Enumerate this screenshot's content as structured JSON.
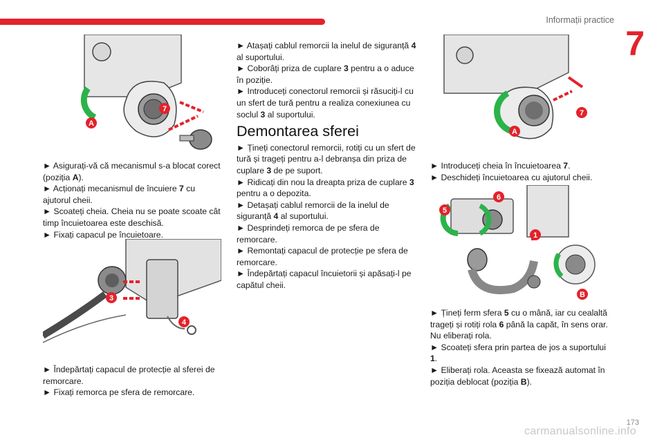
{
  "header": {
    "section_title": "Informații practice",
    "chapter_number": "7"
  },
  "col1": {
    "fig1_callouts": [
      "7",
      "A"
    ],
    "lines": [
      {
        "pre": "► Asigurați-vă că mecanismul s-a blocat corect (poziția ",
        "bold": "A",
        "post": ")."
      },
      {
        "pre": "► Acționați mecanismul de încuiere ",
        "bold": "7",
        "post": " cu ajutorul cheii."
      },
      {
        "pre": "► Scoateți cheia. Cheia nu se poate scoate cât timp încuietoarea este deschisă.",
        "bold": "",
        "post": ""
      },
      {
        "pre": "► Fixați capacul pe încuietoare.",
        "bold": "",
        "post": ""
      }
    ],
    "fig2_callouts": [
      "3",
      "4"
    ],
    "lines2": [
      {
        "pre": "► Îndepărtați capacul de protecție al sferei de remorcare.",
        "bold": "",
        "post": ""
      },
      {
        "pre": "► Fixați remorca pe sfera de remorcare.",
        "bold": "",
        "post": ""
      }
    ]
  },
  "col2": {
    "lines": [
      {
        "pre": "► Atașați cablul remorcii la inelul de siguranță ",
        "bold": "4",
        "post": " al suportului."
      },
      {
        "pre": "► Coborâți priza de cuplare ",
        "bold": "3",
        "post": " pentru a o aduce în poziție."
      },
      {
        "pre": "► Introduceți conectorul remorcii și răsuciți-l cu un sfert de tură pentru a realiza conexiunea cu soclul ",
        "bold": "3",
        "post": " al suportului."
      }
    ],
    "heading": "Demontarea sferei",
    "lines2": [
      {
        "pre": "► Țineți conectorul remorcii, rotiți cu un sfert de tură și trageți pentru a-l debranșa din priza de cuplare ",
        "bold": "3",
        "post": " de pe suport."
      },
      {
        "pre": "► Ridicați din nou la dreapta priza de cuplare ",
        "bold": "3",
        "post": " pentru a o depozita."
      },
      {
        "pre": "► Detașați cablul remorcii de la inelul de siguranță ",
        "bold": "4",
        "post": " al suportului."
      },
      {
        "pre": "► Desprindeți remorca de pe sfera de remorcare.",
        "bold": "",
        "post": ""
      },
      {
        "pre": "► Remontați capacul de protecție pe sfera de remorcare.",
        "bold": "",
        "post": ""
      },
      {
        "pre": "► Îndepărtați capacul încuietorii și apăsați-l pe capătul cheii.",
        "bold": "",
        "post": ""
      }
    ]
  },
  "col3": {
    "fig3_callouts": [
      "7",
      "A"
    ],
    "lines": [
      {
        "pre": "► Introduceți cheia în încuietoarea ",
        "bold": "7",
        "post": "."
      },
      {
        "pre": "► Deschideți încuietoarea cu ajutorul cheii.",
        "bold": "",
        "post": ""
      }
    ],
    "fig4_callouts": [
      "5",
      "6",
      "1",
      "B"
    ],
    "lines2": [
      {
        "pre": "► Țineți ferm sfera ",
        "bold": "5",
        "post": " cu o mână, iar cu cealaltă trageți și rotiți rola "
      },
      {
        "pre": "",
        "bold": "6",
        "post": " până la capăt, în sens orar. Nu eliberați rola."
      },
      {
        "pre": "► Scoateți sfera prin partea de jos a suportului ",
        "bold": "1",
        "post": "."
      },
      {
        "pre": "► Eliberați rola. Aceasta se fixează automat în poziția deblocat (poziția ",
        "bold": "B",
        "post": ")."
      }
    ]
  },
  "footer": {
    "page_number": "173",
    "watermark": "carmanualsonline.info"
  },
  "colors": {
    "accent": "#e3222b",
    "green": "#2bb34a"
  }
}
